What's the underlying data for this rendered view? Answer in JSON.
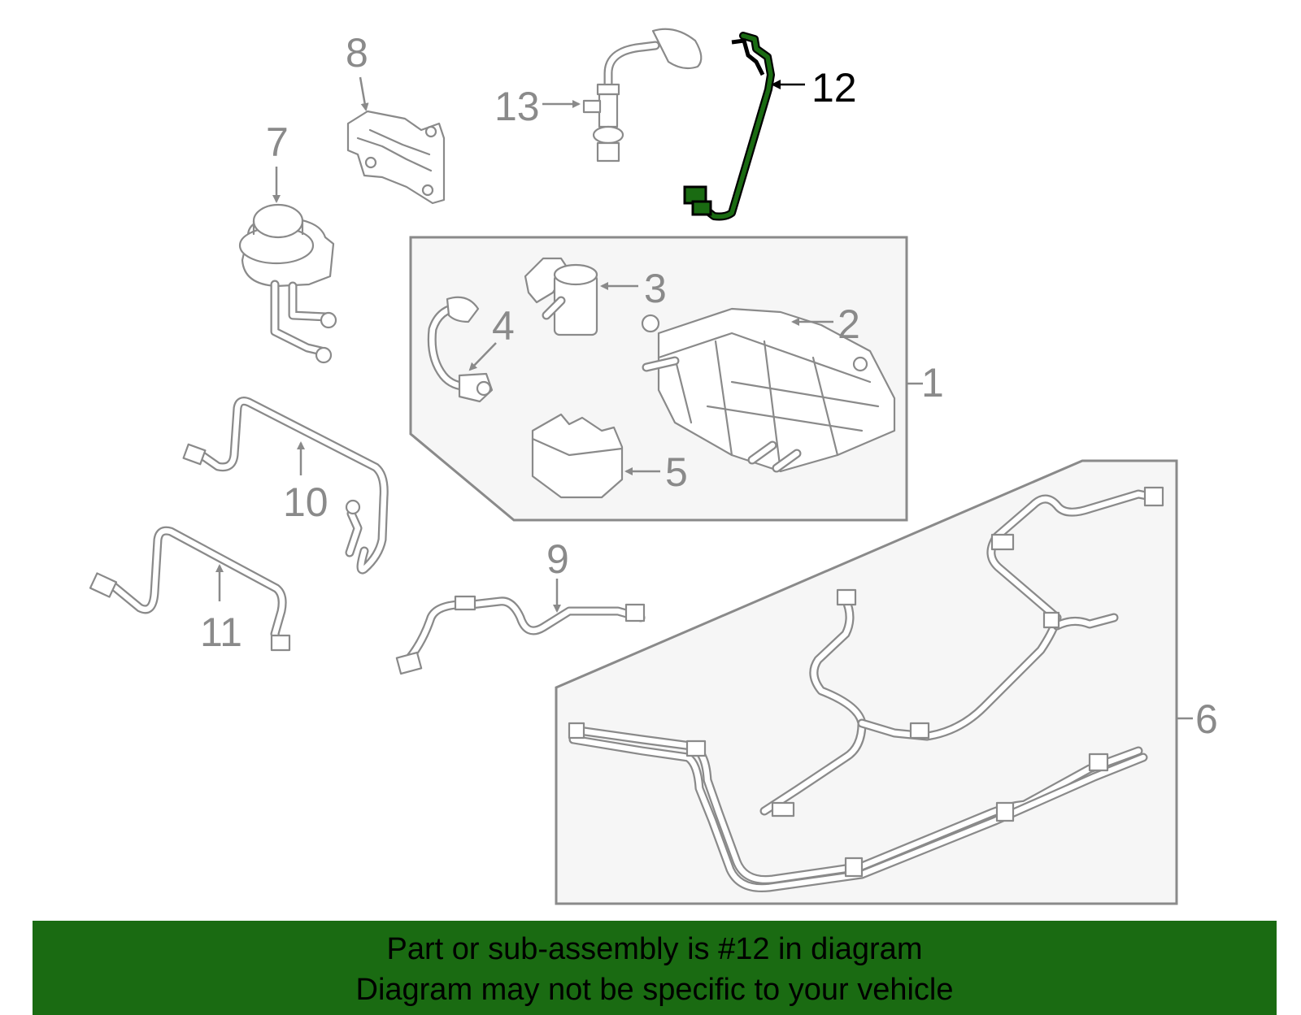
{
  "diagram": {
    "highlight_color": "#1a6b12",
    "line_color": "#8a8a8a",
    "labels": {
      "l1": "1",
      "l2": "2",
      "l3": "3",
      "l4": "4",
      "l5": "5",
      "l6": "6",
      "l7": "7",
      "l8": "8",
      "l9": "9",
      "l10": "10",
      "l11": "11",
      "l12": "12",
      "l13": "13"
    },
    "highlighted_part": "12"
  },
  "banner": {
    "line1": "Part or sub-assembly is #12 in diagram",
    "line2": "Diagram may not be specific to your vehicle",
    "background": "#1a6b12"
  }
}
